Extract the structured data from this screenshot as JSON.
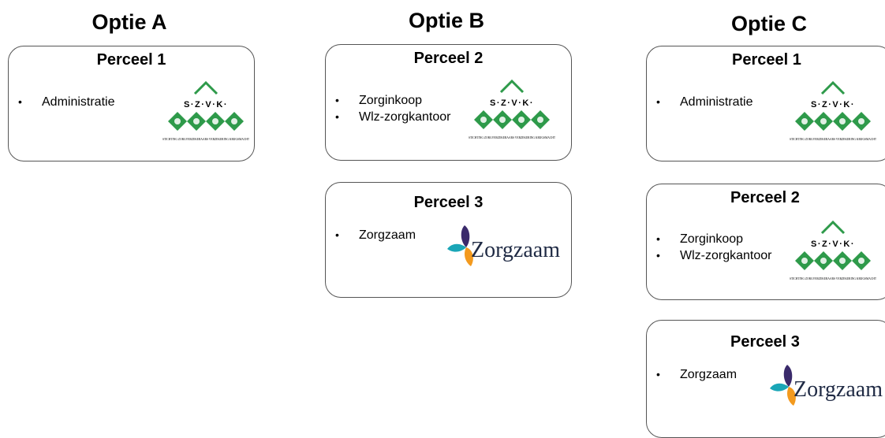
{
  "columns": [
    {
      "title": "Optie A",
      "boxes": [
        {
          "title": "Perceel 1",
          "items": [
            "Administratie"
          ],
          "logo": "szvk"
        }
      ]
    },
    {
      "title": "Optie B",
      "boxes": [
        {
          "title": "Perceel 2",
          "items": [
            "Zorginkoop",
            "Wlz-zorgkantoor"
          ],
          "logo": "szvk"
        },
        {
          "title": "Perceel 3",
          "items": [
            "Zorgzaam"
          ],
          "logo": "zorgzaam"
        }
      ]
    },
    {
      "title": "Optie C",
      "boxes": [
        {
          "title": "Perceel 1",
          "items": [
            "Administratie"
          ],
          "logo": "szvk"
        },
        {
          "title": "Perceel 2",
          "items": [
            "Zorginkoop",
            "Wlz-zorgkantoor"
          ],
          "logo": "szvk"
        },
        {
          "title": "Perceel 3",
          "items": [
            "Zorgzaam"
          ],
          "logo": "zorgzaam"
        }
      ]
    }
  ],
  "logos": {
    "szvk": {
      "letters": "S·Z·V·K·",
      "tagline": "Stichting Zorgverzekeraars Verzekering Krijgsmacht",
      "color": "#2e9a4a"
    },
    "zorgzaam": {
      "text": "Zorgzaam",
      "colors": {
        "purple": "#3a2a6b",
        "teal": "#1aa6b7",
        "orange": "#f39a1e"
      }
    }
  }
}
